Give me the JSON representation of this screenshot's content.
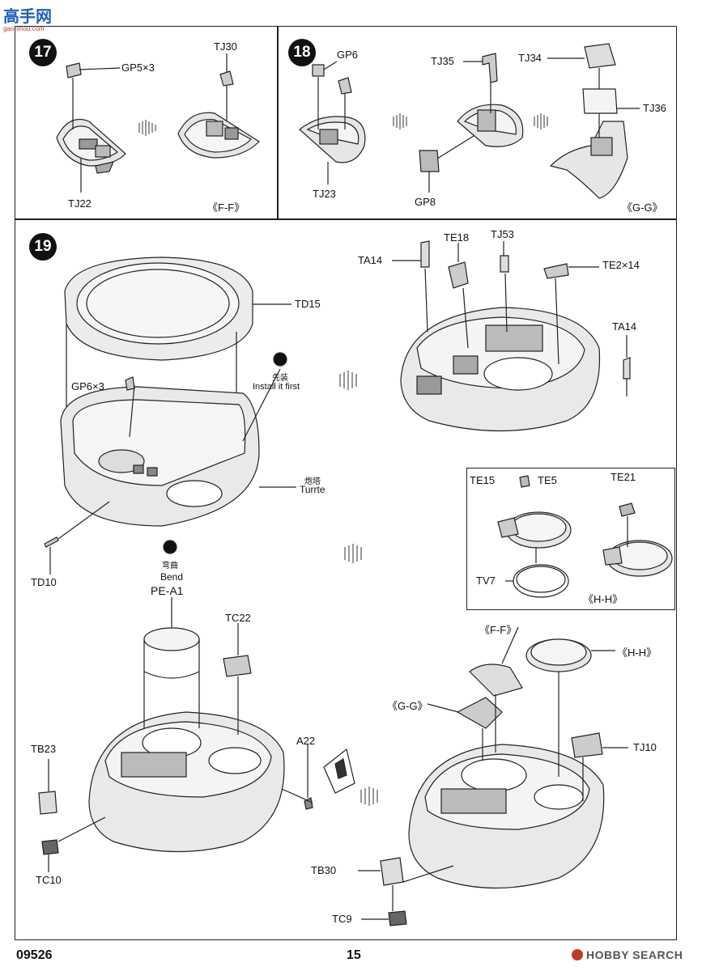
{
  "header": {
    "site_logo_text": "高手网",
    "site_url": "gao-shou.com"
  },
  "steps": {
    "s17": {
      "number": "17",
      "labels": {
        "gp5": "GP5×3",
        "tj30": "TJ30",
        "tj22": "TJ22",
        "ff": "《F-F》"
      }
    },
    "s18": {
      "number": "18",
      "labels": {
        "gp6": "GP6",
        "tj35": "TJ35",
        "tj34": "TJ34",
        "tj36": "TJ36",
        "tj23": "TJ23",
        "gp8": "GP8",
        "gg": "《G-G》"
      }
    },
    "s19": {
      "number": "19",
      "labels": {
        "td15": "TD15",
        "gp6x3": "GP6×3",
        "first_cn": "先装",
        "first_en": "Install it first",
        "turret_cn": "炮塔",
        "turret_en": "Turrte",
        "td10": "TD10",
        "bend_cn": "弯曲",
        "bend_en": "Bend",
        "pea1": "PE-A1",
        "ta14a": "TA14",
        "te18": "TE18",
        "tj53": "TJ53",
        "te2": "TE2×14",
        "ta14b": "TA14",
        "te15": "TE15",
        "te5": "TE5",
        "te21": "TE21",
        "tv7": "TV7",
        "hh_box": "《H-H》",
        "tc22": "TC22",
        "tb23": "TB23",
        "tc10": "TC10",
        "a22": "A22",
        "ff2": "《F-F》",
        "hh2": "《H-H》",
        "gg2": "《G-G》",
        "tj10": "TJ10",
        "tb30": "TB30",
        "tc9": "TC9"
      }
    }
  },
  "footer": {
    "kit_number": "09526",
    "page_number": "15",
    "watermark": "HOBBY SEARCH"
  }
}
